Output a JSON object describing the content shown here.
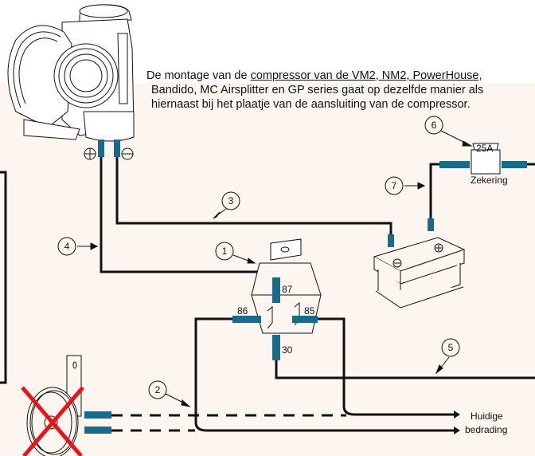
{
  "intro": {
    "line1_prefix": "De montage van de ",
    "line1_link": "compressor van de VM2, NM2, PowerHouse,",
    "line2": "Bandido, MC Airsplitter en GP series gaat op dezelfde manier als",
    "line3": "hiernaast bij het plaatje van de aansluiting van de compressor."
  },
  "callouts": {
    "c1": "1",
    "c2": "2",
    "c3": "3",
    "c4": "4",
    "c5": "5",
    "c6": "6",
    "c7": "7"
  },
  "relay": {
    "pin87": "87",
    "pin86": "86",
    "pin85": "85",
    "pin30": "30"
  },
  "fuse": {
    "rating": "25A",
    "label": "Zekering"
  },
  "legend": {
    "line1": "Huidige",
    "line2": "bedrading"
  },
  "colors": {
    "wire": "#111111",
    "connector": "#1a6b8a",
    "cross": "#e8141a",
    "background": "#fdf5ef"
  }
}
